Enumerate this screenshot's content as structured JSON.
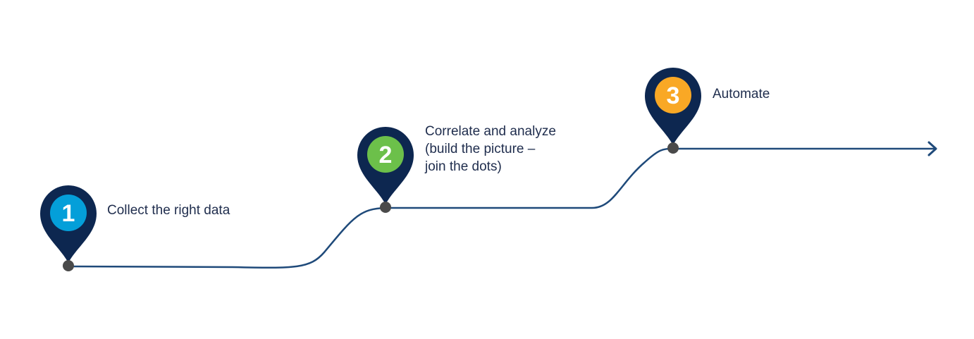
{
  "colors": {
    "path": "#1f4a7a",
    "pin": "#0d2750",
    "node": "#4a4a4a",
    "text": "#1f2d4d"
  },
  "steps": [
    {
      "number": "1",
      "label_lines": [
        "Collect the right data"
      ],
      "badge_color": "#049fd9"
    },
    {
      "number": "2",
      "label_lines": [
        "Correlate and analyze",
        "(build the picture –",
        "join the dots)"
      ],
      "badge_color": "#6cc04a"
    },
    {
      "number": "3",
      "label_lines": [
        "Automate"
      ],
      "badge_color": "#f9a825"
    }
  ],
  "icons": {
    "pin": "map-pin-icon",
    "arrow": "arrow-right-icon"
  }
}
